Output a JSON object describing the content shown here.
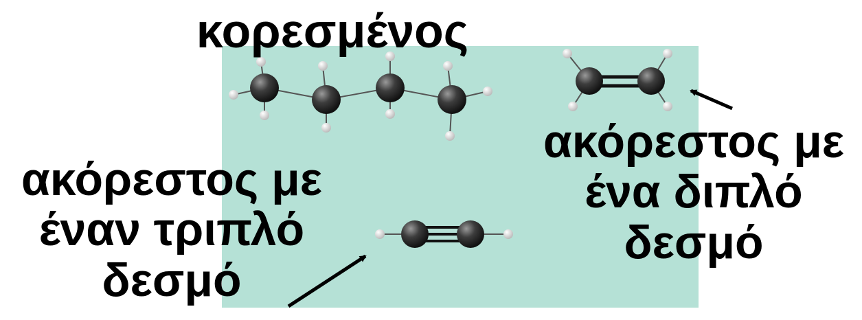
{
  "labels": {
    "saturated": "κορεσμένος",
    "double_bond": [
      "ακόρεστος με",
      "ένα διπλό",
      "δεσμό"
    ],
    "triple_bond": [
      "ακόρεστος με",
      "έναν τριπλό",
      "δεσμό"
    ]
  },
  "colors": {
    "panel": "#b5e1d6",
    "carbon_atom": "#3d3d3d",
    "hydrogen_atom": "#e2e2e2",
    "bond": "#555555",
    "text": "#000000"
  },
  "molecules": [
    {
      "name": "butane",
      "bond_type": "single",
      "carbons": 4
    },
    {
      "name": "ethene",
      "bond_type": "double",
      "carbons": 2
    },
    {
      "name": "ethyne",
      "bond_type": "triple",
      "carbons": 2
    }
  ]
}
